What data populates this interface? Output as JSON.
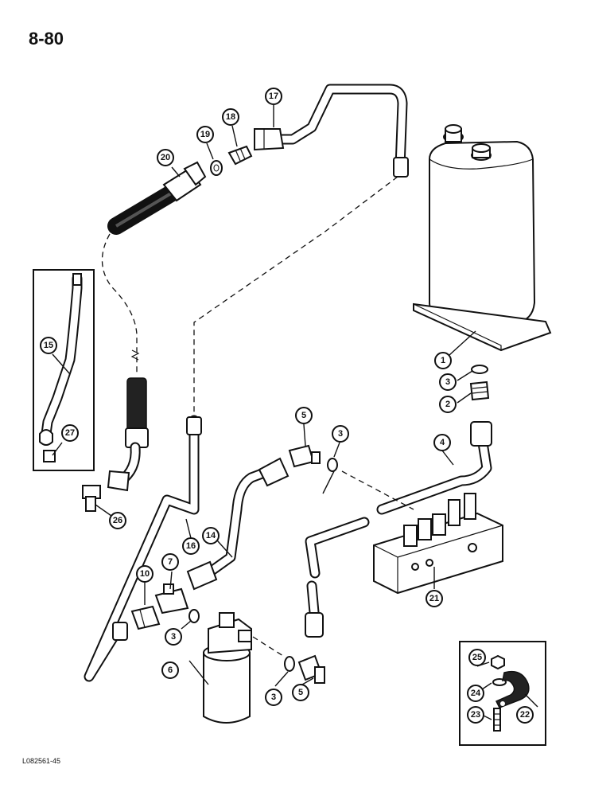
{
  "page": {
    "number": "8-80",
    "ref_code": "L082561-45"
  },
  "callouts": {
    "c1": "1",
    "c2": "2",
    "c3a": "3",
    "c3b": "3",
    "c3c": "3",
    "c3d": "3",
    "c4": "4",
    "c5a": "5",
    "c5b": "5",
    "c6": "6",
    "c7": "7",
    "c10": "10",
    "c14": "14",
    "c15": "15",
    "c16": "16",
    "c17": "17",
    "c18": "18",
    "c19": "19",
    "c20": "20",
    "c21": "21",
    "c22": "22",
    "c23": "23",
    "c24": "24",
    "c25": "25",
    "c26": "26",
    "c27": "27"
  }
}
